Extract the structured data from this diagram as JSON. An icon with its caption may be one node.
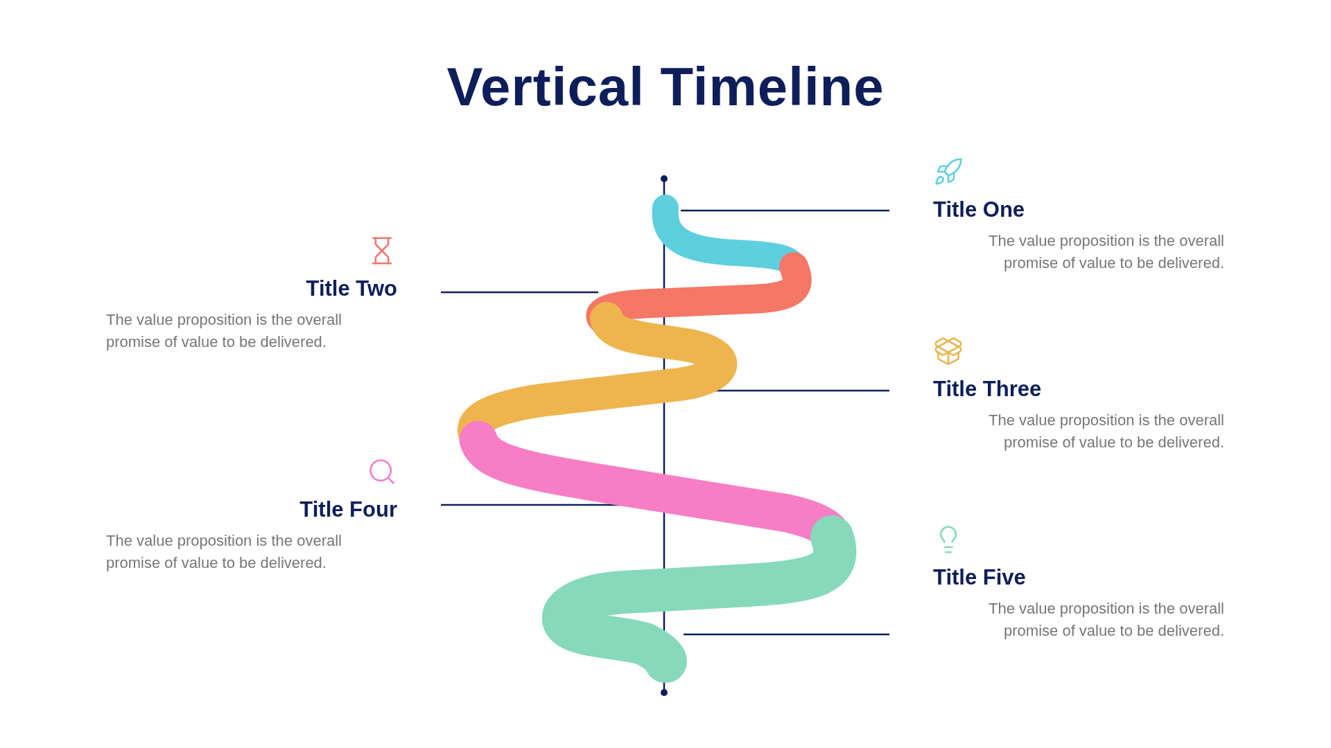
{
  "diagram": {
    "title": "Vertical Timeline",
    "nodes": [
      {
        "text": [
          "Title One",
          "The value proposition is the overall promise of value to be delivered."
        ]
      },
      {
        "text": [
          "Title Two",
          "The value proposition is the overall promise of value to be delivered."
        ]
      },
      {
        "text": [
          "Title Three",
          "The value proposition is the overall promise of value to be delivered."
        ]
      },
      {
        "text": [
          "Title Four",
          "The value proposition is the overall promise of value to be delivered."
        ]
      },
      {
        "text": [
          "Title Five",
          "The value proposition is the overall promise of value to be delivered."
        ]
      }
    ]
  }
}
